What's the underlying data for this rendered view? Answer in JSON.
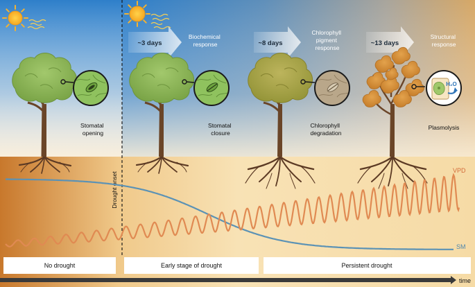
{
  "stages": {
    "biochemical": {
      "days": "~3 days",
      "line1": "Biochemical",
      "line2": "response"
    },
    "pigment": {
      "days": "~8 days",
      "line1": "Chlorophyll",
      "line2": "pigment",
      "line3": "response"
    },
    "structural": {
      "days": "~13 days",
      "line1": "Structural",
      "line2": "response"
    }
  },
  "leaf_labels": {
    "opening": {
      "line1": "Stomatal",
      "line2": "opening"
    },
    "closure": {
      "line1": "Stomatal",
      "line2": "closure"
    },
    "degradation": {
      "line1": "Chlorophyll",
      "line2": "degradation"
    },
    "plasmolysis": {
      "line1": "Plasmolysis",
      "h2o": "H₂O"
    }
  },
  "drought_onset": "Drought onset",
  "curves": {
    "vpd": "VPD",
    "sm": "SM"
  },
  "phases": [
    "No drought",
    "Early stage of drought",
    "Persistent drought"
  ],
  "axis": {
    "time": "time"
  },
  "colors": {
    "sky_blue": "#2f7fc8",
    "soil_light": "#f6dfac",
    "soil_dark": "#c8782c",
    "vpd_curve": "#e08a52",
    "sm_curve": "#5b92b5",
    "leaf_green": "#8fbf5a",
    "leaf_brown": "#cf8a34"
  }
}
